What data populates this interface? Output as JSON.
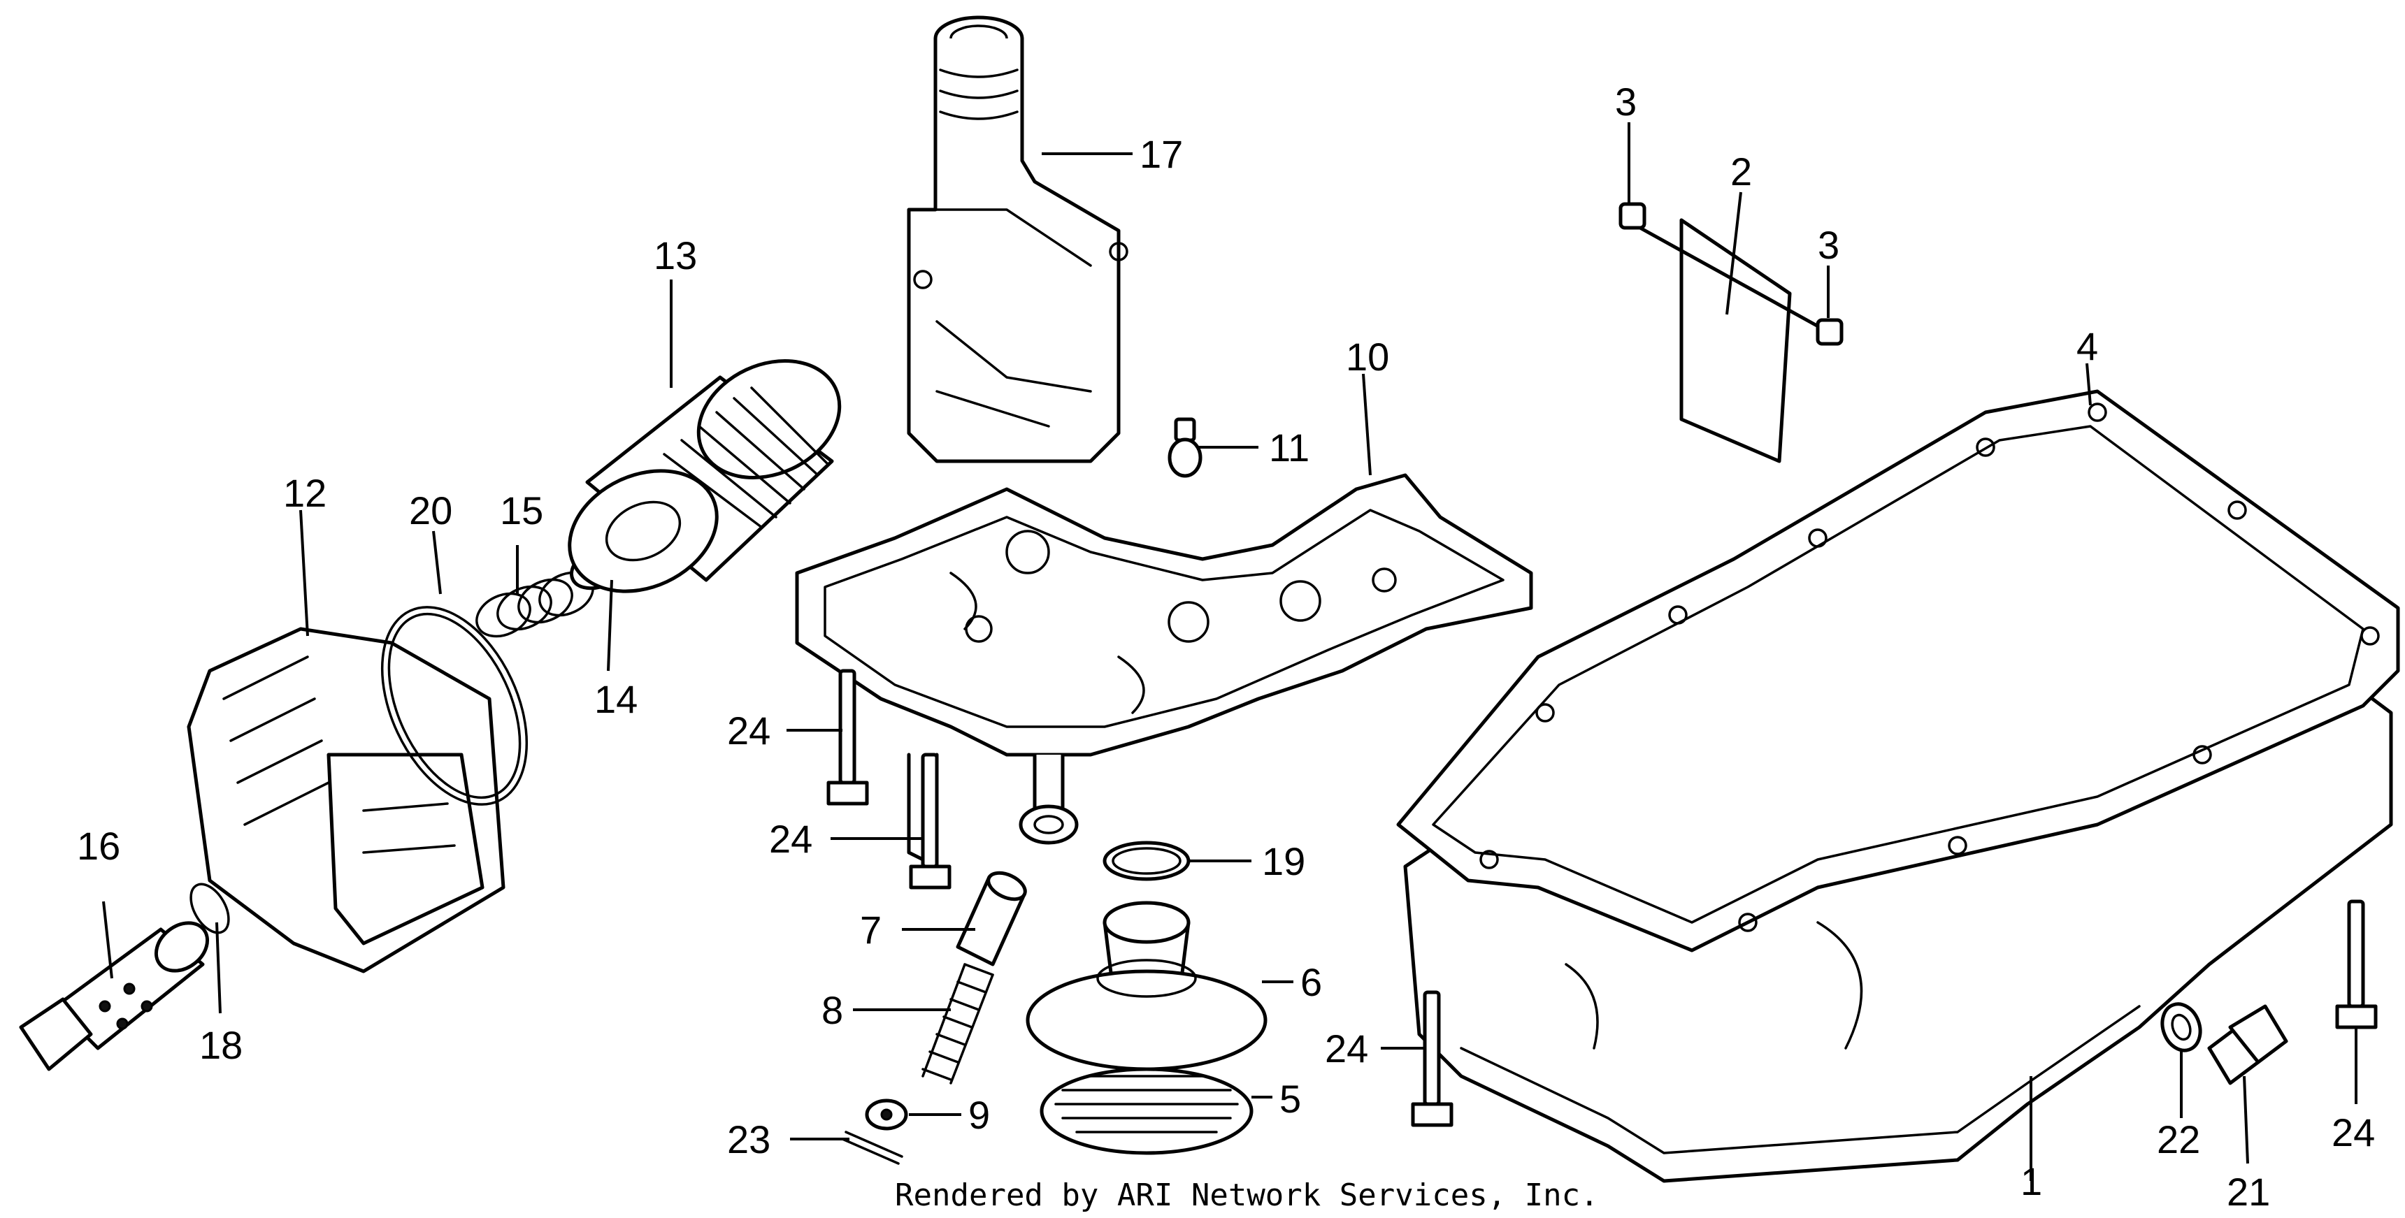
{
  "callouts": {
    "c1": "1",
    "c2": "2",
    "c3a": "3",
    "c3b": "3",
    "c4": "4",
    "c5": "5",
    "c6": "6",
    "c7": "7",
    "c8": "8",
    "c9": "9",
    "c10": "10",
    "c11": "11",
    "c12": "12",
    "c13": "13",
    "c14": "14",
    "c15": "15",
    "c16": "16",
    "c17": "17",
    "c18": "18",
    "c19": "19",
    "c20": "20",
    "c21": "21",
    "c22": "22",
    "c23": "23",
    "c24a": "24",
    "c24b": "24",
    "c24c": "24",
    "c24d": "24"
  },
  "credit": "Rendered by ARI Network Services, Inc."
}
